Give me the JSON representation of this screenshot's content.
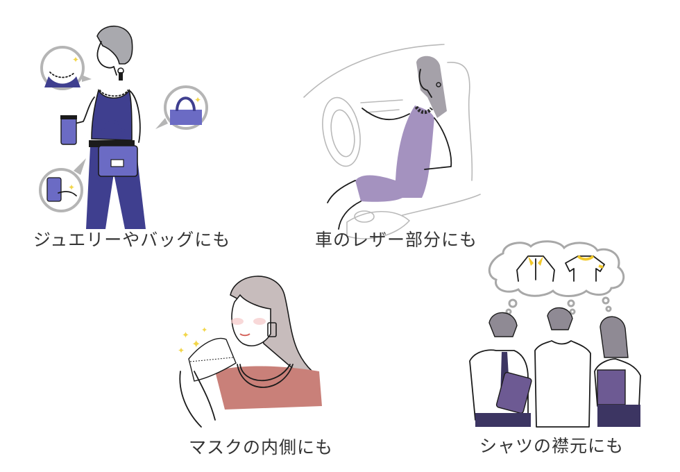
{
  "panels": [
    {
      "id": "jewelry-bag",
      "caption": "ジュエリーやバッグにも",
      "illustration": "woman-navy-tank-top-with-cup-and-handbag",
      "callouts": [
        "necklace-closeup",
        "bag-handle-closeup",
        "tumbler-bracelet-closeup"
      ],
      "colors": {
        "outfit": "#3f3f8f",
        "accent": "#6b6bc4",
        "sparkle": "#f2d64b",
        "hair": "#a9a9ae"
      }
    },
    {
      "id": "car-leather",
      "caption": "車のレザー部分にも",
      "illustration": "woman-lavender-dress-driving-car",
      "colors": {
        "outfit": "#9a86b8",
        "interior": "#bdbdbd",
        "hair": "#8f8a94"
      }
    },
    {
      "id": "mask-inside",
      "caption": "マスクの内側にも",
      "illustration": "woman-holding-mask-winking",
      "colors": {
        "outfit": "#c98079",
        "hair": "#c7bcbc",
        "sparkle": "#f2d64b"
      }
    },
    {
      "id": "shirt-collar",
      "caption": "シャツの襟元にも",
      "illustration": "three-coworkers-thinking-of-shirt-collars",
      "colors": {
        "accent": "#6d5a93",
        "collar_highlight": "#f2c92b",
        "cloud": "#a8a8a8"
      }
    }
  ]
}
